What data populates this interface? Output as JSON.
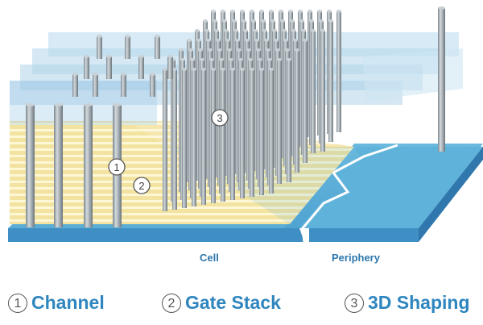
{
  "regions": {
    "cell": "Cell",
    "periphery": "Periphery"
  },
  "callouts": [
    "1",
    "2",
    "3"
  ],
  "legend": [
    {
      "num": "1",
      "label": "Channel"
    },
    {
      "num": "2",
      "label": "Gate Stack"
    },
    {
      "num": "3",
      "label": "3D Shaping"
    }
  ],
  "colors": {
    "substrate_top": "#5aaed6",
    "substrate_front": "#3f8fc4",
    "stack_yellow": "#f5e7a4",
    "stack_stripe": "#fdf6d4",
    "gate_blue": "#a9cfe6",
    "pillar": "#a5aeb4",
    "label_blue": "#2f86bf"
  }
}
